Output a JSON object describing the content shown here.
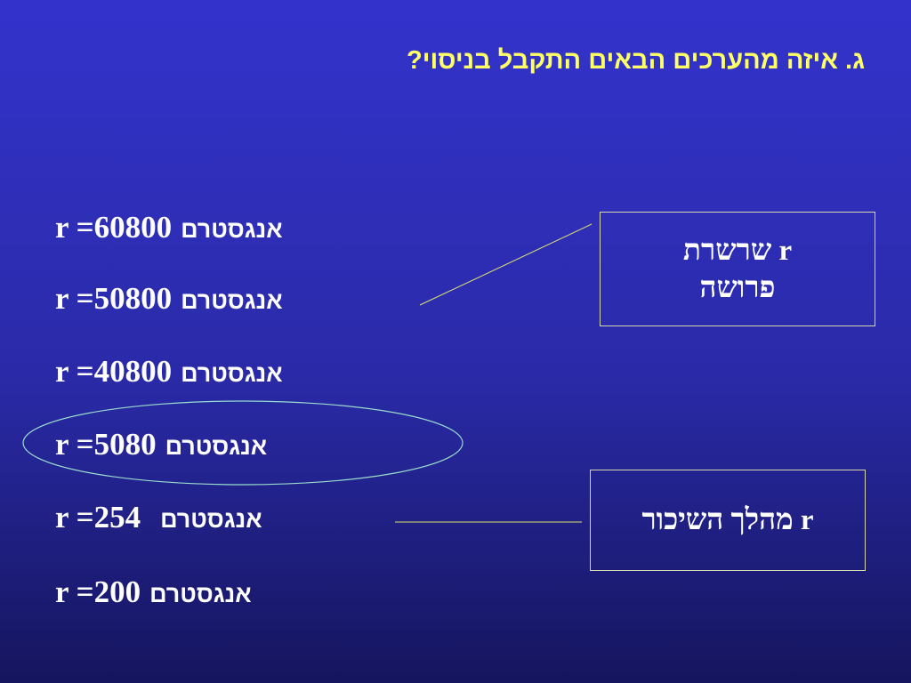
{
  "title": "ג. איזה מהערכים הבאים התקבל בניסוי?",
  "values": [
    {
      "expr": "r =60800",
      "unit": "אנגסטרם"
    },
    {
      "expr": "r =50800",
      "unit": "אנגסטרם"
    },
    {
      "expr": "r =40800",
      "unit": "אנגסטרם"
    },
    {
      "expr": "r =5080",
      "unit": "אנגסטרם"
    },
    {
      "expr": "r =254",
      "unit": "אנגסטרם"
    },
    {
      "expr": "r =200",
      "unit": "אנגסטרם"
    }
  ],
  "boxes": {
    "unfolded_chain": {
      "line1": "r שרשרת",
      "line2": "פרושה"
    },
    "random_walk": {
      "line1": "r מהלך השיכור"
    }
  },
  "colors": {
    "background_top": "#3333cc",
    "background_bottom": "#15155e",
    "title": "#ffff66",
    "text": "#ffffff",
    "connector_line": "#e0e070",
    "ellipse": "#99ddcc"
  }
}
